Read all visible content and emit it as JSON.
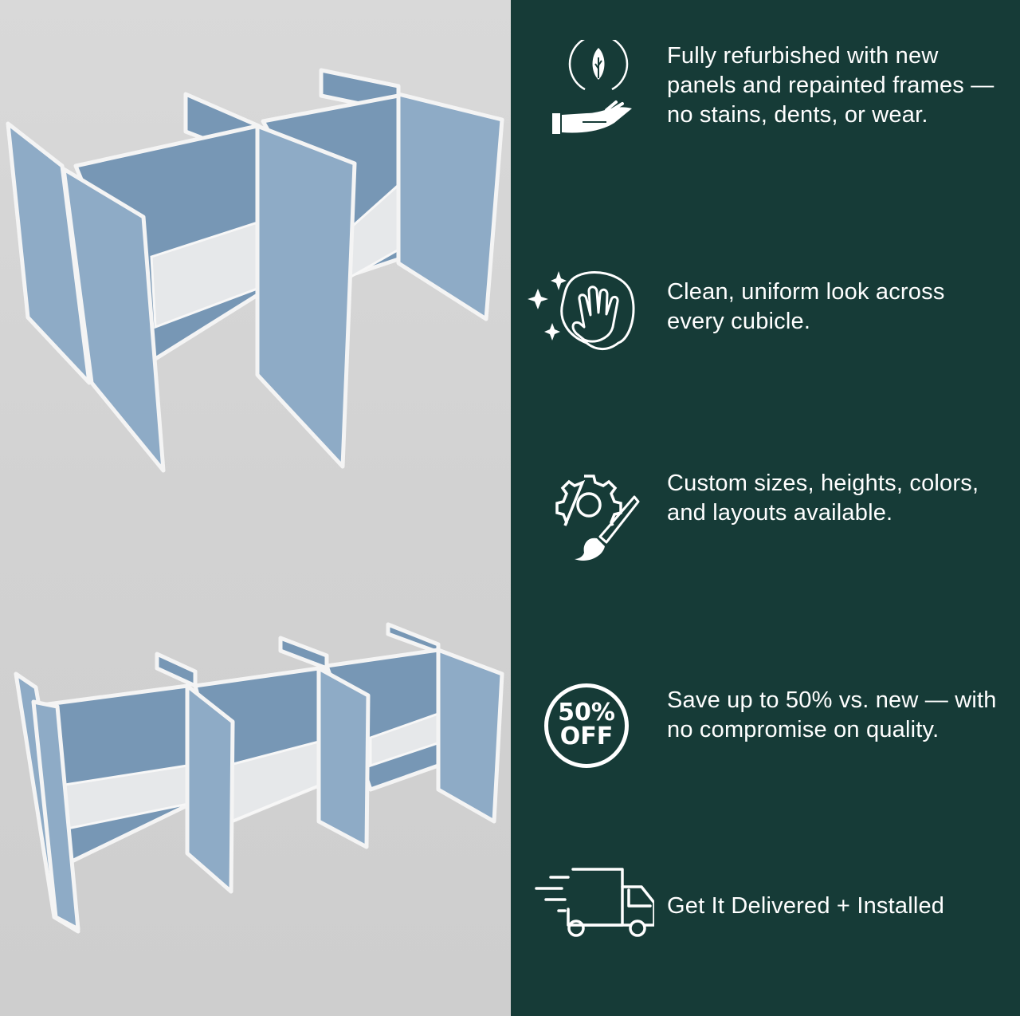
{
  "colors": {
    "panel_bg": "#163b37",
    "cubicle_fabric": "#8eabc6",
    "photo_bg": "#d4d4d4",
    "text": "#ffffff"
  },
  "images": [
    {
      "name": "four-person-cubicle-cluster"
    },
    {
      "name": "six-person-cubicle-cluster"
    }
  ],
  "features": [
    {
      "icon": "hand-with-leaf-icon",
      "text": "Fully refurbished with new panels and repainted frames — no stains, dents, or wear."
    },
    {
      "icon": "wiping-hand-sparkle-icon",
      "text": "Clean, uniform look across every cubicle."
    },
    {
      "icon": "gear-paintbrush-icon",
      "text": "Custom sizes, heights, colors, and layouts available."
    },
    {
      "icon": "discount-badge-icon",
      "badge_line1": "50%",
      "badge_line2": "OFF",
      "text": "Save up to 50% vs. new — with no compromise on quality."
    },
    {
      "icon": "delivery-truck-icon",
      "text": "Get It Delivered + Installed"
    }
  ]
}
